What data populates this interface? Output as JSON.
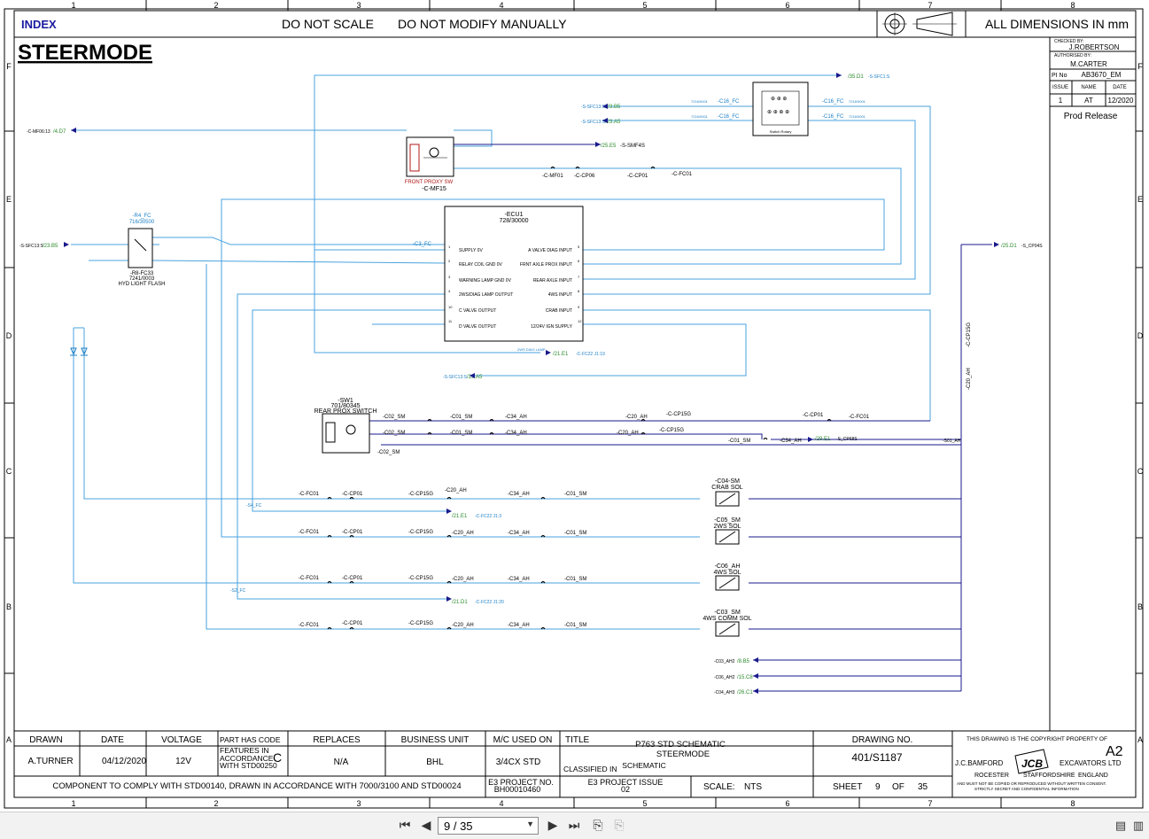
{
  "header": {
    "index": "INDEX",
    "no_scale": "DO NOT SCALE",
    "no_modify": "DO NOT MODIFY MANUALLY",
    "dims": "ALL DIMENSIONS IN mm",
    "title": "STEERMODE"
  },
  "border": {
    "cols": [
      "1",
      "2",
      "3",
      "4",
      "5",
      "6",
      "7",
      "8"
    ],
    "rows": [
      "F",
      "E",
      "D",
      "C",
      "B",
      "A"
    ]
  },
  "approval": {
    "checked_label": "CHECKED BY:",
    "checked": "J.ROBERTSON",
    "authorised_label": "AUTHORISED BY:",
    "authorised": "M.CARTER",
    "pi_label": "PI No",
    "pi": "AB3670_EM",
    "issue_h": "ISSUE",
    "name_h": "NAME",
    "date_h": "DATE",
    "issue": "1",
    "name": "AT",
    "date": "12/2020",
    "release": "Prod Release"
  },
  "components": {
    "ecu": {
      "ref": "-ECU1",
      "part": "728/30000",
      "left_pins": [
        {
          "n": "1",
          "label": "SUPPLY 0V"
        },
        {
          "n": "2",
          "label": "RELAY COIL GND 0V"
        },
        {
          "n": "3",
          "label": "WARNING LAMP GND 0V"
        },
        {
          "n": "4",
          "label": "2WS/DIAG LAMP OUTPUT"
        },
        {
          "n": "10",
          "label": "C VALVE OUTPUT"
        },
        {
          "n": "11",
          "label": "D VALVE OUTPUT"
        }
      ],
      "right_pins": [
        {
          "n": "5",
          "label": "A VALVE DIAG INPUT"
        },
        {
          "n": "6",
          "label": "FRNT AXLE PROX INPUT"
        },
        {
          "n": "7",
          "label": "REAR AXLE INPUT"
        },
        {
          "n": "8",
          "label": "4WS INPUT"
        },
        {
          "n": "9",
          "label": "CRAB INPUT"
        },
        {
          "n": "12",
          "label": "12/24V IGN SUPPLY"
        }
      ]
    },
    "front_prox": {
      "label": "FRONT PROXY SW",
      "ref": "-C-MF15"
    },
    "rear_prox": {
      "ref": "-SW1",
      "part": "701/80345",
      "label": "REAR PROX SWITCH"
    },
    "flash": {
      "ref_top": "-R4_FC",
      "part_top": "716/30500",
      "ref": "-R8-FC33",
      "part": "7241/0003",
      "label": "HYD LIGHT FLASH"
    },
    "switch_rotary": {
      "label": "Switch Rotary"
    },
    "sols": [
      {
        "ref": "-C04-SM",
        "label": "CRAB SOL"
      },
      {
        "ref": "-C05_SM",
        "label": "2WS SOL"
      },
      {
        "ref": "-C06_AH",
        "label": "4WS SOL"
      },
      {
        "ref": "-C03_SM",
        "label": "4WS COMM SOL"
      }
    ]
  },
  "refs": {
    "mf06": "-C-MF06:13",
    "mf06_tgt": "/4.D7",
    "sfc13_left": "-S-SFC13:S",
    "sfc13_left_tgt": "/23.B5",
    "top_gnd_tgt": "/35.D1",
    "top_gnd_src": "-S-SFC1:S",
    "sfc13_a": "-S-SFC13:S",
    "sfc13_a_tgt": "/23.B5",
    "sfc13_b": "-S-SFC13:S",
    "sfc13_b_tgt": "/23.A5",
    "c16_fc": "-C16_FC",
    "c16_part": "7216/0001",
    "smf_tgt": "/25.E5",
    "smf": "-S-SMF4S",
    "c_mf01": "-C-MF01",
    "c_cp06": "-C-CP06",
    "c_cp01": "-C-CP01",
    "c_fc01": "-C-FC01",
    "c3_fc": "-C3_FC",
    "right_tgt": "/25.D1",
    "right_src": "-S_CP04S",
    "diag_lamp": "2WS DIAG LAMP",
    "diag_tgt": "/21.E1",
    "diag_src": "-C-FC22 J1:19",
    "ign_src": "-S-SFC13:S",
    "ign_tgt": "/23.A5",
    "c02_sm": "-C02_SM",
    "c01_sm": "-C01_SM",
    "c34_ah": "-C34_AH",
    "c20_ah": "-C20_AH",
    "c_cp15g": "-C-CP15G",
    "cp68_tgt": "/29.E1",
    "cp68": "-S_CP68S",
    "s01_ah": "-S01_AH",
    "crab_tgt": "/21.E1",
    "crab_src": "-C-FC22 J1:3",
    "fws_tgt": "/21.D1",
    "fws_src": "-C-FC22 J1:20",
    "s4_fc": "-S4_FC",
    "s2_fc": "-S2_FC",
    "ah2_a": "-C03_AH2",
    "ah2_a_tgt": "/8.B5",
    "ah2_b": "-C06_AH2",
    "ah2_b_tgt": "/15.C8",
    "ah3": "-C04_AH3",
    "ah3_tgt": "/26.C1"
  },
  "titleblock": {
    "drawn_h": "DRAWN",
    "date_h": "DATE",
    "voltage_h": "VOLTAGE",
    "code_h": "PART HAS CODE",
    "replaces_h": "REPLACES",
    "bu_h": "BUSINESS UNIT",
    "mc_h": "M/C USED ON",
    "title_h": "TITLE",
    "drawno_h": "DRAWING NO.",
    "drawn": "A.TURNER",
    "date": "04/12/2020",
    "voltage": "12V",
    "features": "FEATURES IN ACCORDANCE WITH STD00250",
    "code": "C",
    "replaces": "N/A",
    "bu": "BHL",
    "mc": "3/4CX STD",
    "title1": "P763 STD SCHEMATIC",
    "title2": "STEERMODE",
    "classified_h": "CLASSIFIED IN",
    "classified": "SCHEMATIC",
    "drawno": "401/S1187",
    "copyright": "THIS DRAWING IS THE COPYRIGHT PROPERTY OF",
    "size": "A2",
    "company_l": "J.C.BAMFORD",
    "company_r": "EXCAVATORS LTD",
    "addr1": "ROCESTER",
    "addr2": "STAFFORDSHIRE",
    "addr3": "ENGLAND",
    "notice1": "AND MUST NOT BE COPIED OR REPRODUCED WITHOUT WRITTEN CONSENT.",
    "notice2": "STRICTLY SECRET AND CONFIDENTIAL INFORMATION",
    "comply": "COMPONENT TO COMPLY WITH STD00140, DRAWN IN ACCORDANCE WITH 7000/3100 AND STD00024",
    "e3_h": "E3 PROJECT NO.",
    "e3": "BH00010460",
    "e3issue_h": "E3 PROJECT ISSUE",
    "e3issue": "02",
    "scale_h": "SCALE:",
    "scale": "NTS",
    "sheet_h": "SHEET",
    "sheet": "9",
    "of": "OF",
    "total": "35",
    "logo": "JCB"
  },
  "nav": {
    "page_display": "9 / 35"
  },
  "colors": {
    "wire_blue": "#4aa3df",
    "wire_navy": "#1a1a8c",
    "text_blue": "#1c7fc4",
    "ref_green": "#2a8a2a"
  }
}
